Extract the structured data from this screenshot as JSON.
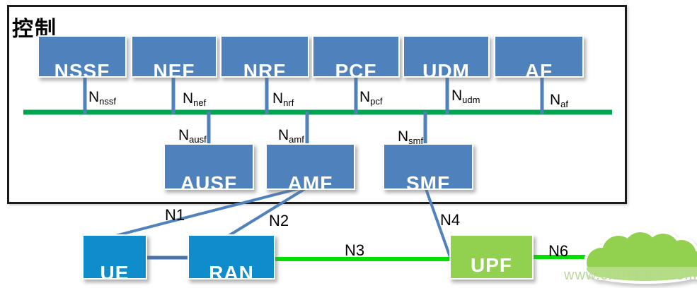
{
  "diagram": {
    "control_label": "控制",
    "watermark": "www.cntronics.com"
  },
  "nodes": {
    "top": [
      {
        "label": "NSSF"
      },
      {
        "label": "NEF"
      },
      {
        "label": "NRF"
      },
      {
        "label": "PCF"
      },
      {
        "label": "UDM"
      },
      {
        "label": "AF"
      }
    ],
    "mid": [
      {
        "label": "AUSF"
      },
      {
        "label": "AMF"
      },
      {
        "label": "SMF"
      }
    ],
    "bottom": [
      {
        "label": "UE"
      },
      {
        "label": "RAN"
      },
      {
        "label": "UPF"
      }
    ]
  },
  "interfaces": [
    {
      "base": "N",
      "sub": "nssf"
    },
    {
      "base": "N",
      "sub": "nef"
    },
    {
      "base": "N",
      "sub": "nrf"
    },
    {
      "base": "N",
      "sub": "pcf"
    },
    {
      "base": "N",
      "sub": "udm"
    },
    {
      "base": "N",
      "sub": "af"
    },
    {
      "base": "N",
      "sub": "ausf"
    },
    {
      "base": "N",
      "sub": "amf"
    },
    {
      "base": "N",
      "sub": "smf"
    }
  ],
  "links": [
    {
      "label": "N1"
    },
    {
      "label": "N2"
    },
    {
      "label": "N3"
    },
    {
      "label": "N4"
    },
    {
      "label": "N6"
    }
  ],
  "colors": {
    "control_node_fill": "#4F81BD",
    "access_node_fill": "#0E8CCB",
    "user_plane_fill": "#92D050",
    "service_bus": "#00A550",
    "user_plane_link": "#00E000",
    "signal_link": "#4F81BD",
    "border": "#1B1B1B",
    "watermark_text": "#B5D98F"
  },
  "icons": {
    "cloud": "internet-cloud"
  }
}
